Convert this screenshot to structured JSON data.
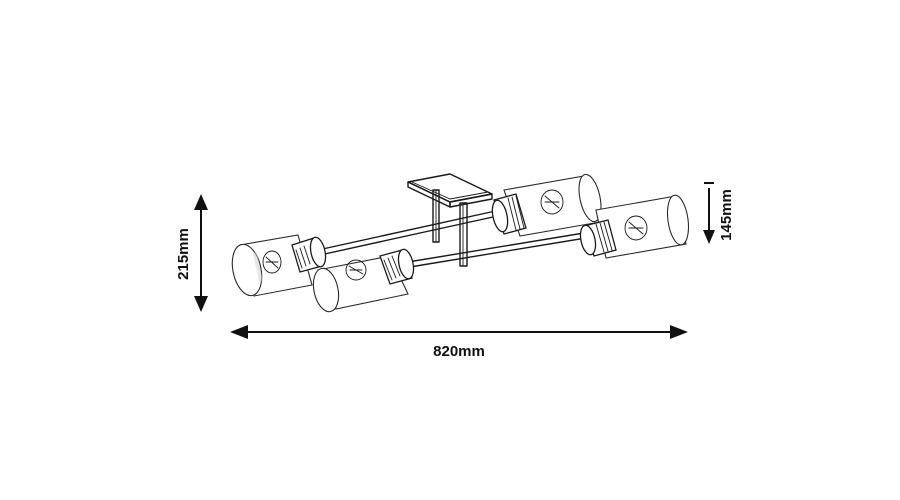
{
  "dimensions": {
    "height_total": "215mm",
    "height_body": "145mm",
    "width_total": "820mm"
  },
  "colors": {
    "line": "#1a1a1a",
    "background": "#ffffff"
  }
}
